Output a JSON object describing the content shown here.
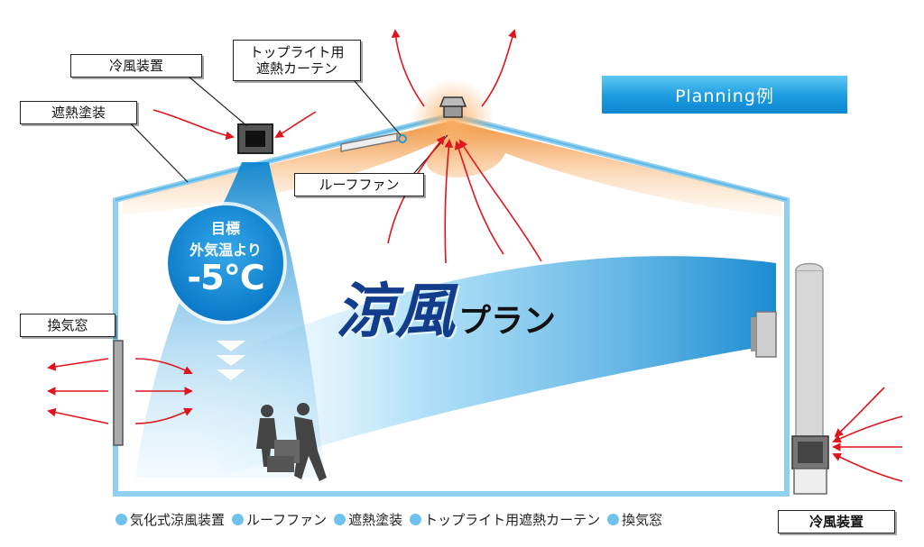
{
  "banner": "Planning例",
  "callouts": {
    "cooler_top": "冷風装置",
    "coating": "遮熱塗装",
    "curtain_line1": "トップライト用",
    "curtain_line2": "遮熱カーテン",
    "roof_fan": "ルーフファン",
    "vent_window": "換気窓",
    "cooler_bottom": "冷風装置"
  },
  "target": {
    "line1": "目標",
    "line2": "外気温より",
    "value": "-5℃"
  },
  "plan_title": {
    "main": "涼風",
    "sub": "プラン"
  },
  "legend": [
    "気化式涼風装置",
    "ルーフファン",
    "遮熱塗装",
    "トップライト用遮熱カーテン",
    "換気窓"
  ],
  "colors": {
    "cool_air": "#1b9be0",
    "heat": "#f29a3c",
    "arrow": "#e0141b",
    "wall": "#8fcff0",
    "legend_dot": "#6ec3ee"
  }
}
